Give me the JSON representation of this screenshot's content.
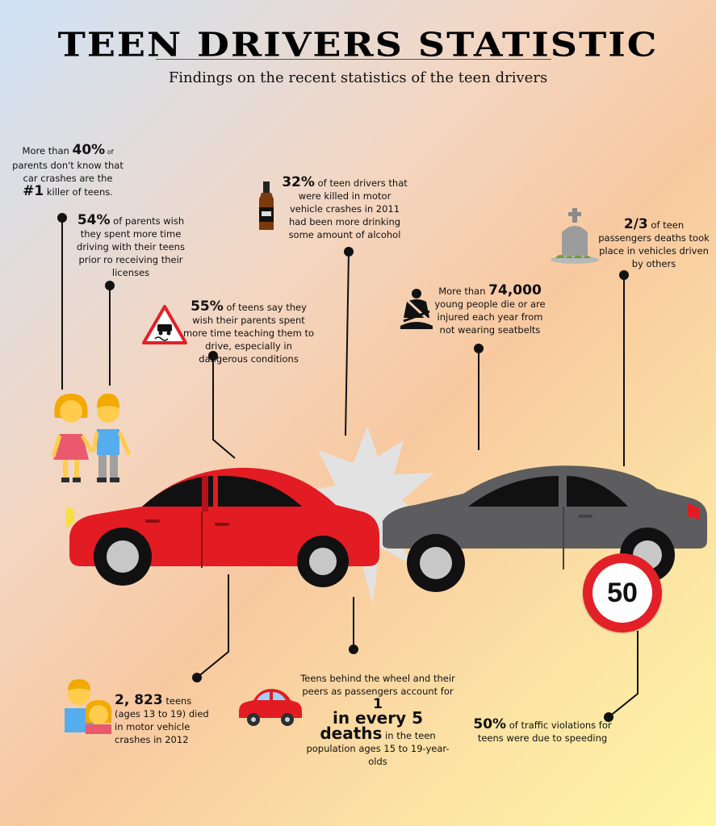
{
  "header": {
    "title": "TEEN DRIVERS STATISTIC",
    "subtitle": "Findings on the recent statistics of the teen drivers"
  },
  "stats": {
    "s40": {
      "lead": "More than ",
      "num": "40%",
      "tail_small": " of",
      "rest": "parents don't know that car crashes are the ",
      "rank": "#1",
      "end": " killer of teens."
    },
    "s54": {
      "num": "54%",
      "rest": " of parents wish they spent more time driving with their teens prior ro receiving their licenses"
    },
    "s55": {
      "num": "55%",
      "rest": " of teens say they wish their parents spent more time teaching them to drive, especially in dangerous conditions"
    },
    "s32": {
      "num": "32%",
      "rest": " of teen drivers that were killed in motor vehicle crashes in 2011 had been more drinking some amount of alcohol"
    },
    "s74": {
      "lead": "More than ",
      "num": "74,000",
      "rest": " young people die or are injured each year from not wearing seatbelts"
    },
    "s23": {
      "num": "2/3",
      "rest": " of teen passengers deaths took place in vehicles driven by others"
    },
    "s2823": {
      "num": "2, 823",
      "rest": " teens (ages 13 to 19) died in motor vehicle crashes in 2012"
    },
    "s1in5": {
      "pre": "Teens behind the wheel and their peers as passengers account for ",
      "one": "1",
      "big": "in every 5 deaths",
      "post": " in the teen population ages 15 to 19-year-olds"
    },
    "s50": {
      "num": "50%",
      "rest": " of traffic violations for teens were due to speeding"
    }
  },
  "sign": {
    "speed": "50"
  },
  "colors": {
    "red_car": "#e31b23",
    "gray_car": "#5d5d5f",
    "sign_red": "#e32027"
  }
}
